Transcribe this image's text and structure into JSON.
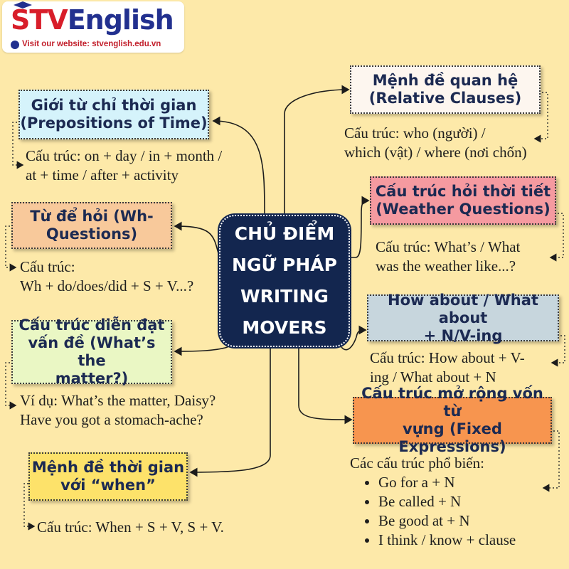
{
  "logo": {
    "brand_stv": "STV",
    "brand_english": "English",
    "website": "Visit our website: stvenglish.edu.vn"
  },
  "center": {
    "line1": "CHỦ ĐIỂM",
    "line2": "NGỮ PHÁP",
    "line3": "WRITING",
    "line4": "MOVERS"
  },
  "left": [
    {
      "title1": "Giới từ chỉ thời gian",
      "title2": "(Prepositions of Time)",
      "text1": "Cấu trúc: on + day / in + month /",
      "text2": "at + time / after + activity",
      "bg": "#d5f3fb"
    },
    {
      "title1": "Từ để hỏi (Wh-",
      "title2": "Questions)",
      "text1": "Cấu trúc:",
      "text2": "Wh + do/does/did + S + V...?",
      "bg": "#f8c99b"
    },
    {
      "title1": "Cấu trúc diễn đạt",
      "title2": "vấn đề (What’s the",
      "title3": "matter?)",
      "text1": "Ví dụ: What’s the matter, Daisy?",
      "text2": "Have you got a stomach-ache?",
      "bg": "#eaf7c4"
    },
    {
      "title1": "Mệnh đề thời gian",
      "title2": "với “when”",
      "text1": "Cấu trúc: When + S + V, S + V.",
      "bg": "#fde26a"
    }
  ],
  "right": [
    {
      "title1": "Mệnh đề quan hệ",
      "title2": "(Relative Clauses)",
      "text1": "Cấu trúc: who (người) /",
      "text2": "which (vật) / where (nơi chốn)",
      "bg": "#fdf6ef"
    },
    {
      "title1": "Cấu trúc hỏi thời tiết",
      "title2": "(Weather Questions)",
      "text1": "Cấu trúc: What’s / What",
      "text2": "was the weather like...?",
      "bg": "#f59aa0"
    },
    {
      "title1": "How about / What about",
      "title2": "+ N/V-ing",
      "text1": "Cấu trúc: How about + V-",
      "text2": "ing / What about + N",
      "bg": "#c7d6dd"
    },
    {
      "title1": "Cấu trúc mở rộng vốn từ",
      "title2": "vựng (Fixed Expressions)",
      "text1": "Các cấu trúc phổ biến:",
      "items": [
        "Go for a + N",
        "Be called + N",
        "Be good at + N",
        "I think / know + clause"
      ],
      "bg": "#f7954f"
    }
  ],
  "colors": {
    "center_bg": "#13264f",
    "page_bg": "#fde9a9",
    "title_text": "#1c2a52"
  }
}
